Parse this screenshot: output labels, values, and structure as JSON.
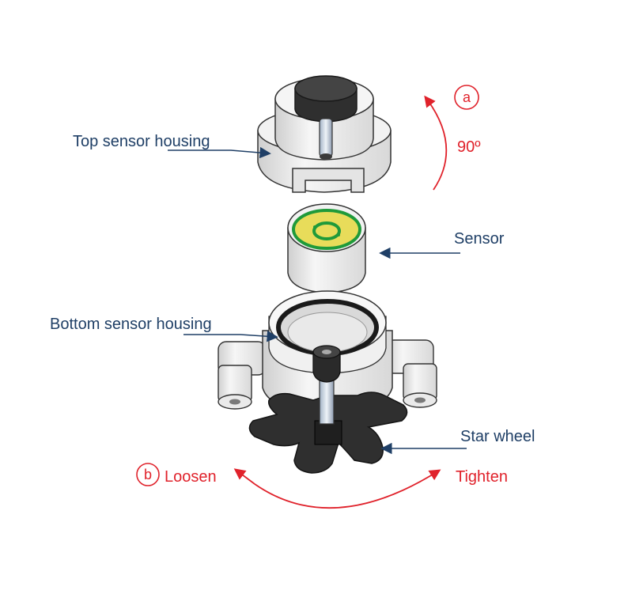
{
  "labels": {
    "top_housing": "Top sensor housing",
    "sensor": "Sensor",
    "bottom_housing": "Bottom sensor housing",
    "star_wheel": "Star wheel"
  },
  "annotations": {
    "step_a": "a",
    "angle": "90º",
    "step_b": "b",
    "loosen": "Loosen",
    "tighten": "Tighten"
  },
  "colors": {
    "label_text": "#1f3f66",
    "leader_arrow": "#1f3f66",
    "annotation": "#e0222b",
    "housing_body": "#eeeeee",
    "dark_part": "#2f2f2f",
    "sensor_ring": "#e8dc5a",
    "sensor_track": "#1f9a3a"
  }
}
